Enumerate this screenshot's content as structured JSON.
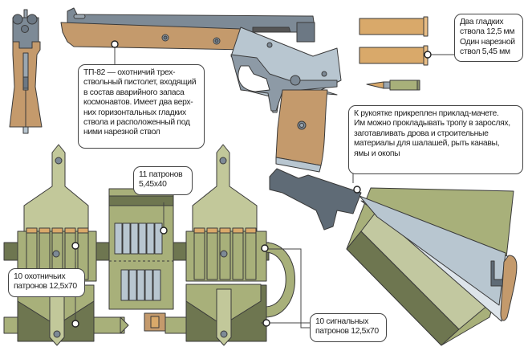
{
  "callouts": {
    "pistol": {
      "lines": [
        "ТП-82 — охотничий трех-",
        "ствольный пистолет, входящий",
        "в состав аварийного запаса",
        "космонавтов.  Имеет два верх-",
        "них горизонтальных гладких",
        "ствола  и расположенный под",
        "ними нарезной ствол"
      ]
    },
    "barrels": {
      "lines": [
        "Два гладких",
        "ствола 12,5 мм",
        "Один нарезной",
        "ствол 5,45 мм"
      ]
    },
    "machete": {
      "lines": [
        "К рукоятке прикреплен приклад-мачете.",
        "Им можно прокладывать тропу в зарослях,",
        "заготавливать дрова и строительные",
        "материалы для шалашей, рыть канавы,",
        "ямы и окопы"
      ]
    },
    "rifle_ammo": {
      "lines": [
        "11 патронов",
        "5,45х40"
      ]
    },
    "hunting_ammo": {
      "lines": [
        "10 охотничьих",
        "патронов 12,5х70"
      ]
    },
    "signal_ammo": {
      "lines": [
        "10 сигнальных",
        "патронов 12,5х70"
      ]
    }
  },
  "colors": {
    "wood": "#c49a6c",
    "steel_dark": "#7d8a96",
    "steel_light": "#b8c6d0",
    "olive": "#a8b07a",
    "olive_dark": "#6e7650",
    "olive_light": "#c2c89a",
    "brass": "#d9a96a",
    "outline": "#3a3a3a"
  }
}
